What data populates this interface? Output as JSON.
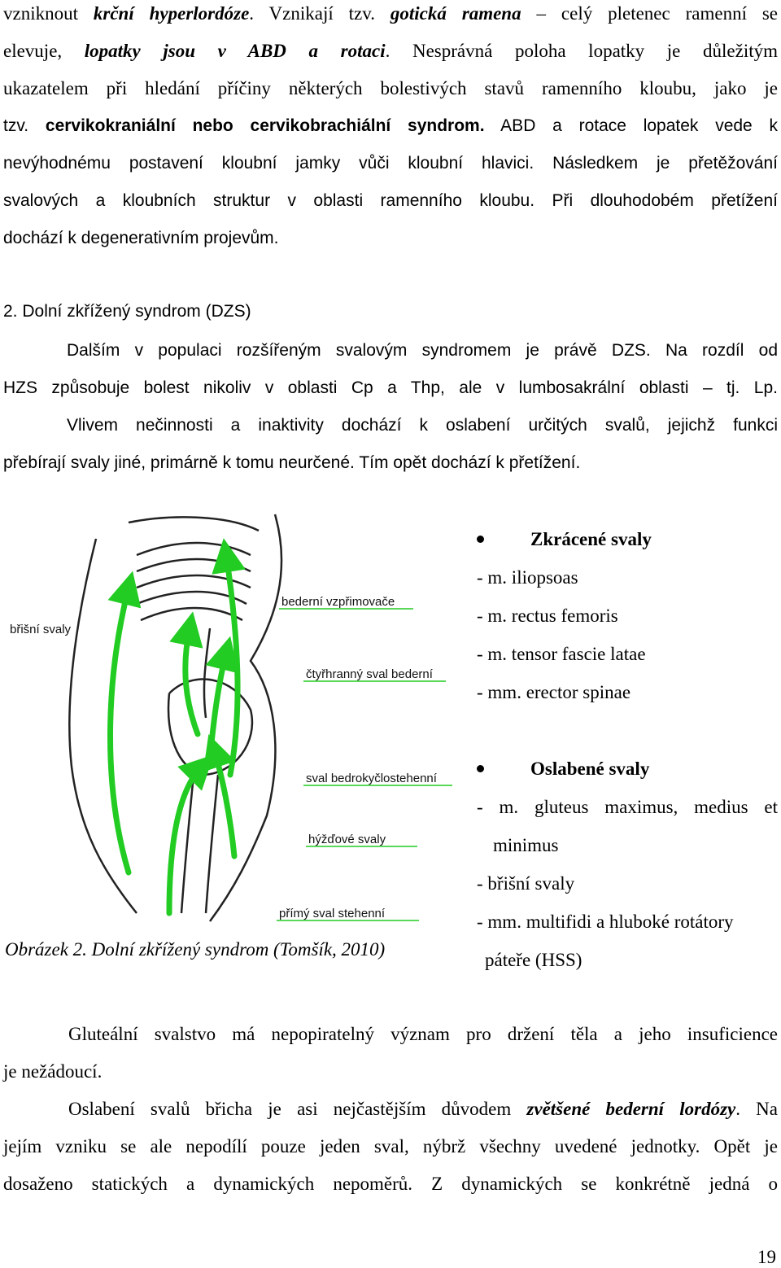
{
  "top_text": {
    "l1": {
      "a": "vzniknout ",
      "b": "krční hyperlordóze",
      "c": ". Vznikají tzv. ",
      "d": "gotická ramena",
      "e": " – celý pletenec ramenní se"
    },
    "l2": {
      "a": "elevuje, ",
      "b": "lopatky jsou v ABD a rotaci",
      "c": ". Nesprávná poloha lopatky je důležitým"
    },
    "l3": "ukazatelem při hledání příčiny některých bolestivých stavů ramenního kloubu, jako je",
    "l4": {
      "a": "tzv. ",
      "b": "cervikokraniální nebo cervikobrachiální syndrom.",
      "c": " ABD a rotace lopatek vede k"
    },
    "l5": "nevýhodnému postavení kloubní jamky vůči kloubní hlavici. Následkem je přetěžování",
    "l6": "svalových a kloubních struktur v oblasti ramenního kloubu. Při dlouhodobém přetížení",
    "l7": "dochází k degenerativním projevům."
  },
  "section": {
    "heading": "2. Dolní zkřížený syndrom (DZS)",
    "l1": "Dalším v populaci rozšířeným svalovým syndromem je právě DZS. Na rozdíl od",
    "l2": "HZS způsobuje bolest nikoliv v oblasti Cp a Thp, ale v lumbosakrální oblasti – tj. Lp.",
    "l3": "Vlivem nečinnosti a inaktivity dochází k oslabení určitých svalů, jejichž funkci",
    "l4": "přebírají svaly jiné, primárně k tomu neurčené. Tím opět dochází k přetížení."
  },
  "figure": {
    "labels": {
      "brisni": "břišní svaly",
      "bederni": "bederní vzpřimovače",
      "ctyrhranny": "čtyřhranný sval bederní",
      "bedrokycloste": "sval bedrokyčlostehenní",
      "hyzdove": "hýžďové svaly",
      "primy": "přímý sval stehenní"
    },
    "caption": "Obrázek 2. Dolní zkřížený syndrom (Tomšík, 2010)",
    "colors": {
      "arrow": "#22cc22",
      "outline": "#222222"
    }
  },
  "lists": {
    "shortened": {
      "title": "Zkrácené svaly",
      "items": [
        "- m. iliopsoas",
        "- m. rectus femoris",
        "- m. tensor fascie latae",
        "- mm. erector spinae"
      ]
    },
    "weakened": {
      "title": "Oslabené svaly",
      "items": [
        "- m. gluteus maximus, medius et",
        "minimus",
        "- břišní svaly",
        "- mm. multifidi a hluboké rotátory",
        "páteře (HSS)"
      ]
    }
  },
  "bottom_text": {
    "l1": "Gluteální svalstvo má nepopiratelný význam pro držení těla a jeho insuficience",
    "l2": "je nežádoucí.",
    "l3": {
      "a": "Oslabení svalů břicha je asi nejčastějším důvodem ",
      "b": "zvětšené bederní lordózy",
      "c": ". Na"
    },
    "l4": "jejím vzniku se ale nepodílí pouze jeden sval, nýbrž všechny uvedené jednotky. Opět je",
    "l5": "dosaženo statických a dynamických nepoměrů. Z dynamických se konkrétně jedná o"
  },
  "page_number": "19"
}
